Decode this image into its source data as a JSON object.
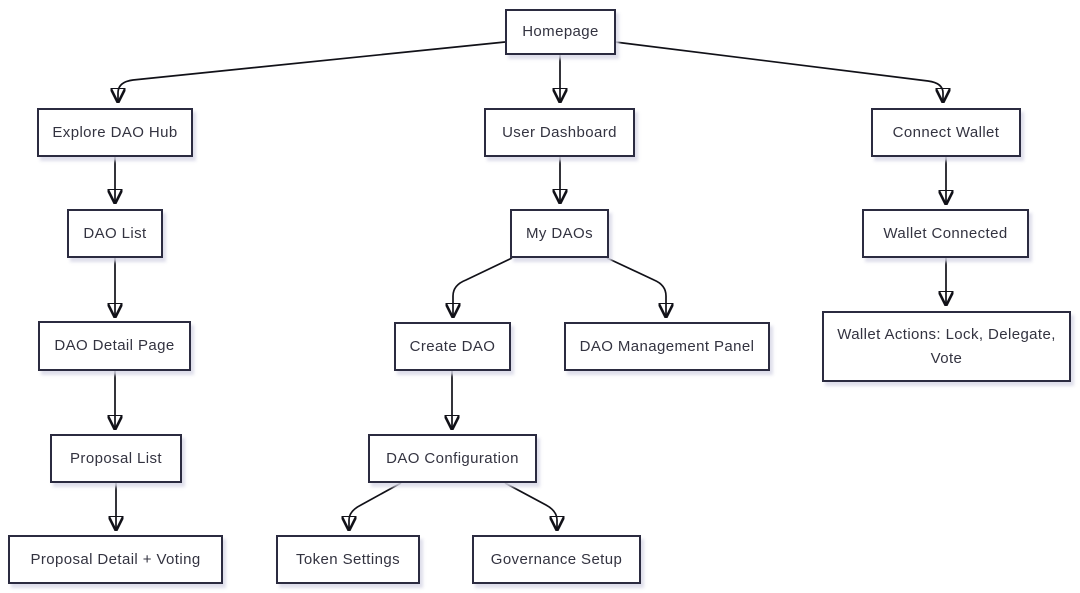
{
  "diagram": {
    "type": "flowchart",
    "nodes": [
      {
        "id": "homepage",
        "label": "Homepage"
      },
      {
        "id": "explore-dao-hub",
        "label": "Explore DAO Hub"
      },
      {
        "id": "user-dashboard",
        "label": "User Dashboard"
      },
      {
        "id": "connect-wallet",
        "label": "Connect Wallet"
      },
      {
        "id": "dao-list",
        "label": "DAO List"
      },
      {
        "id": "my-daos",
        "label": "My DAOs"
      },
      {
        "id": "wallet-connected",
        "label": "Wallet Connected"
      },
      {
        "id": "dao-detail-page",
        "label": "DAO Detail Page"
      },
      {
        "id": "create-dao",
        "label": "Create DAO"
      },
      {
        "id": "dao-management-panel",
        "label": "DAO Management Panel"
      },
      {
        "id": "wallet-actions",
        "label": "Wallet Actions: Lock, Delegate, Vote"
      },
      {
        "id": "proposal-list",
        "label": "Proposal List"
      },
      {
        "id": "dao-configuration",
        "label": "DAO Configuration"
      },
      {
        "id": "proposal-detail-voting",
        "label": "Proposal Detail + Voting"
      },
      {
        "id": "token-settings",
        "label": "Token Settings"
      },
      {
        "id": "governance-setup",
        "label": "Governance Setup"
      }
    ],
    "edges": [
      {
        "from": "Homepage",
        "to": "Explore DAO Hub"
      },
      {
        "from": "Homepage",
        "to": "User Dashboard"
      },
      {
        "from": "Homepage",
        "to": "Connect Wallet"
      },
      {
        "from": "Explore DAO Hub",
        "to": "DAO List"
      },
      {
        "from": "DAO List",
        "to": "DAO Detail Page"
      },
      {
        "from": "DAO Detail Page",
        "to": "Proposal List"
      },
      {
        "from": "Proposal List",
        "to": "Proposal Detail + Voting"
      },
      {
        "from": "User Dashboard",
        "to": "My DAOs"
      },
      {
        "from": "My DAOs",
        "to": "Create DAO"
      },
      {
        "from": "My DAOs",
        "to": "DAO Management Panel"
      },
      {
        "from": "Create DAO",
        "to": "DAO Configuration"
      },
      {
        "from": "DAO Configuration",
        "to": "Token Settings"
      },
      {
        "from": "DAO Configuration",
        "to": "Governance Setup"
      },
      {
        "from": "Connect Wallet",
        "to": "Wallet Connected"
      },
      {
        "from": "Wallet Connected",
        "to": "Wallet Actions: Lock, Delegate, Vote"
      }
    ],
    "colors": {
      "node_fill": "#ffffff",
      "node_border": "#2b2b40",
      "edge": "#111118",
      "text": "#333340",
      "shadow": "#d8d8e8"
    }
  }
}
